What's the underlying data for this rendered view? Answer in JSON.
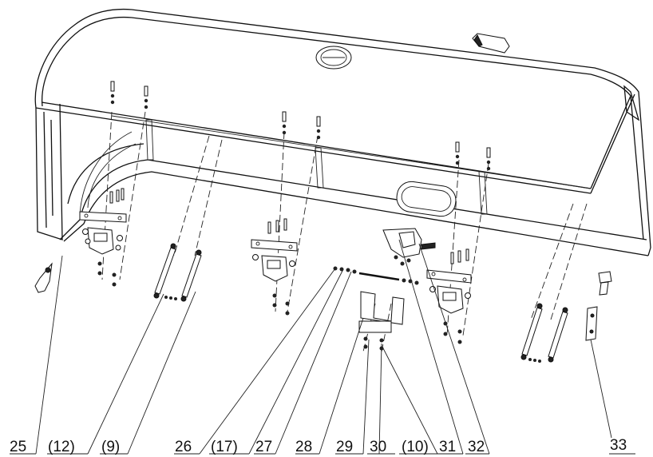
{
  "callouts": [
    {
      "text": "25"
    },
    {
      "text": "(12)"
    },
    {
      "text": "(9)"
    },
    {
      "text": "26"
    },
    {
      "text": "(17)"
    },
    {
      "text": "27"
    },
    {
      "text": "28"
    },
    {
      "text": "29"
    },
    {
      "text": "30"
    },
    {
      "text": "(10)"
    },
    {
      "text": "31"
    },
    {
      "text": "32"
    },
    {
      "text": "33"
    }
  ]
}
